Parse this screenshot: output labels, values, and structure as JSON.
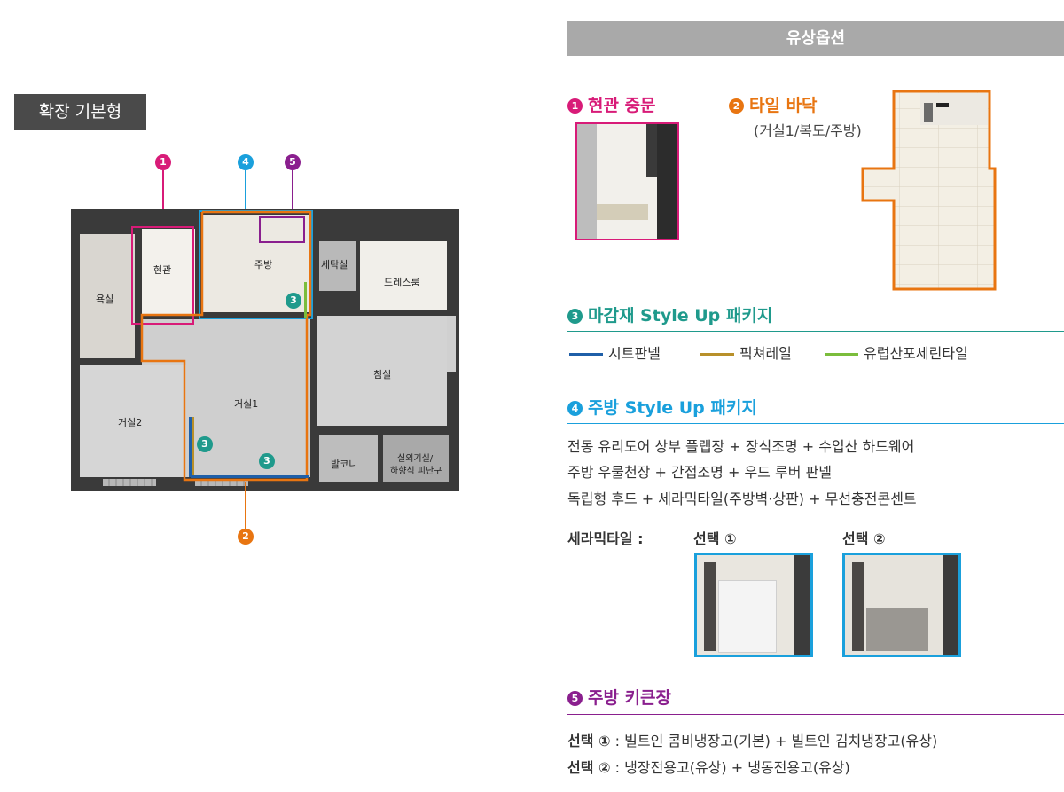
{
  "left": {
    "tag_label": "확장 기본형",
    "markers": [
      "1",
      "4",
      "5",
      "2"
    ],
    "inner_markers": [
      "3",
      "3",
      "3"
    ],
    "rooms": {
      "entrance": "현관",
      "kitchen": "주방",
      "laundry": "세탁실",
      "dressroom": "드레스룸",
      "bathroom": "욕실",
      "bedroom": "침실",
      "living1": "거실1",
      "living2": "거실2",
      "balcony": "발코니",
      "outdoor_line1": "실외기실/",
      "outdoor_line2": "하향식 피난구"
    }
  },
  "right": {
    "header": "유상옵션",
    "opt1": {
      "num": "1",
      "title": "현관 중문"
    },
    "opt2": {
      "num": "2",
      "title": "타일 바닥",
      "subtitle": "(거실1/복도/주방)"
    },
    "opt3": {
      "num": "3",
      "title": "마감재 Style Up 패키지",
      "legend": [
        {
          "label": "시트판넬",
          "color": "#1f5fa8"
        },
        {
          "label": "픽쳐레일",
          "color": "#b8902a"
        },
        {
          "label": "유럽산포세린타일",
          "color": "#7bbd3c"
        }
      ]
    },
    "opt4": {
      "num": "4",
      "title": "주방 Style Up 패키지",
      "lines": [
        "전동 유리도어 상부 플랩장 + 장식조명 + 수입산 하드웨어",
        "주방 우물천장 + 간접조명 + 우드 루버 판넬",
        "독립형 후드 + 세라믹타일(주방벽·상판) + 무선충전콘센트"
      ],
      "ceramic_label": "세라믹타일 :",
      "choice1": "선택 ①",
      "choice2": "선택 ②"
    },
    "opt5": {
      "num": "5",
      "title": "주방 키큰장",
      "line1_bold": "선택 ①",
      "line1_rest": " : 빌트인 콤비냉장고(기본) + 빌트인 김치냉장고(유상)",
      "line2_bold": "선택 ②",
      "line2_rest": " : 냉장전용고(유상) + 냉동전용고(유상)"
    },
    "colors": {
      "pink": "#d81b78",
      "orange": "#e87511",
      "teal": "#1f9a8c",
      "blue": "#1aa0dc",
      "purple": "#8a1f8e",
      "header_gray": "#a9a9a9"
    }
  }
}
